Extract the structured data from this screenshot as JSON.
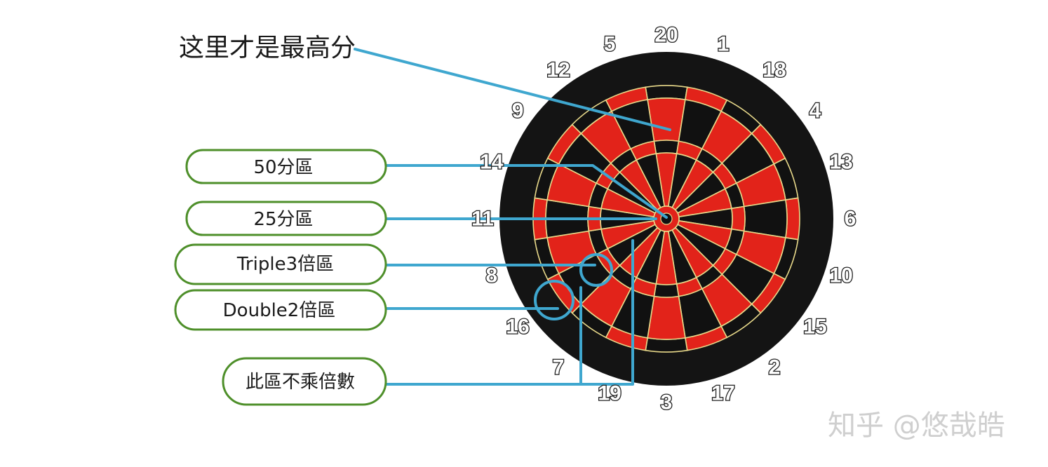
{
  "title_label": "这里才是最高分",
  "callouts": [
    {
      "id": "bull50",
      "text": "50分區"
    },
    {
      "id": "bull25",
      "text": "25分區"
    },
    {
      "id": "triple",
      "text": "Triple3倍區"
    },
    {
      "id": "double",
      "text": "Double2倍區"
    },
    {
      "id": "single",
      "text": "此區不乘倍數"
    }
  ],
  "board_numbers": [
    "20",
    "1",
    "18",
    "4",
    "13",
    "6",
    "10",
    "15",
    "2",
    "17",
    "3",
    "19",
    "7",
    "16",
    "8",
    "11",
    "14",
    "9",
    "12",
    "5"
  ],
  "colors": {
    "red": "#e2231a",
    "black": "#111111",
    "wire": "#e8d98a",
    "leader": "#3fa7cf",
    "pill_border": "#4e8f2a"
  },
  "watermark": "知乎 @悠哉皓"
}
